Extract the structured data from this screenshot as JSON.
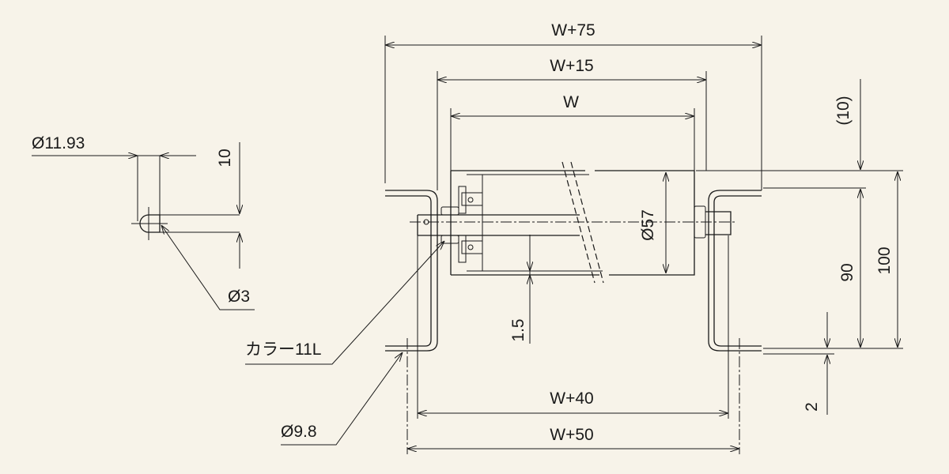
{
  "dimensions": {
    "overall_width": "W+75",
    "frame_width": "W+15",
    "roller_width": "W",
    "bracket_inner": "W+40",
    "bracket_outer": "W+50",
    "roller_diameter": "Ø57",
    "shaft_clearance": "1.5",
    "top_offset": "(10)",
    "height_90": "90",
    "height_100": "100",
    "bracket_thickness": "2",
    "shaft_diameter": "Ø11.93",
    "shaft_end": "10",
    "pin_hole": "Ø3",
    "collar": "カラー11L",
    "mount_hole": "Ø9.8"
  }
}
